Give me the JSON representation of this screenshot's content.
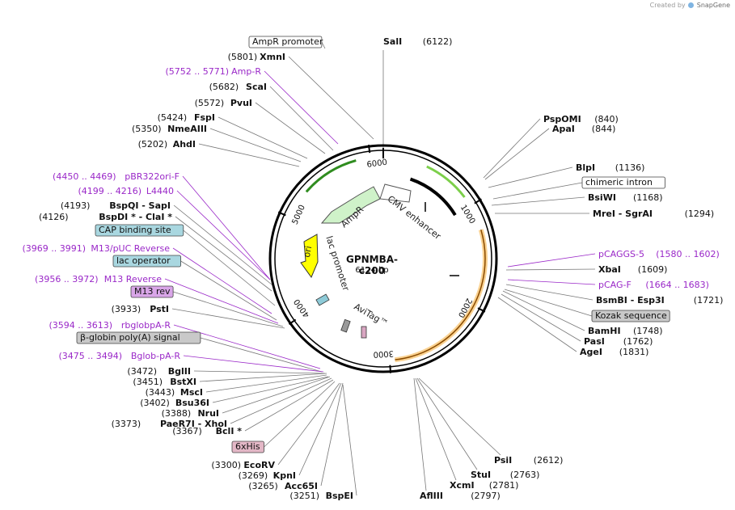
{
  "title": "GPNMBA-c200",
  "length_label": "6124 bp",
  "credit": {
    "prefix": "Created by",
    "brand": "SnapGene"
  },
  "ticks": [
    "1000",
    "2000",
    "3000",
    "4000",
    "5000",
    "6000"
  ],
  "top_site": {
    "name": "SalI",
    "pos": "(6122)"
  },
  "right_sites": [
    {
      "name": "PspOMI",
      "pos": "(840)",
      "type": "enzyme"
    },
    {
      "name": "ApaI",
      "pos": "(844)",
      "type": "enzyme"
    },
    {
      "name": "BlpI",
      "pos": "(1136)",
      "type": "enzyme"
    },
    {
      "name": "chimeric intron",
      "pos": "",
      "type": "box"
    },
    {
      "name": "BsiWI",
      "pos": "(1168)",
      "type": "enzyme"
    },
    {
      "name": "MreI  - SgrAI",
      "pos": "(1294)",
      "type": "enzyme"
    },
    {
      "name": "pCAGGS-5",
      "pos": "(1580 .. 1602)",
      "type": "feature"
    },
    {
      "name": "XbaI",
      "pos": "(1609)",
      "type": "enzyme"
    },
    {
      "name": "pCAG-F",
      "pos": "(1664 .. 1683)",
      "type": "feature"
    },
    {
      "name": "BsmBI  - Esp3I",
      "pos": "(1721)",
      "type": "enzyme"
    },
    {
      "name": "Kozak sequence",
      "pos": "",
      "type": "box"
    },
    {
      "name": "BamHI",
      "pos": "(1748)",
      "type": "enzyme"
    },
    {
      "name": "PasI",
      "pos": "(1762)",
      "type": "enzyme"
    },
    {
      "name": "AgeI",
      "pos": "(1831)",
      "type": "enzyme"
    }
  ],
  "bottom_right_sites": [
    {
      "name": "PsiI",
      "pos": "(2612)"
    },
    {
      "name": "StuI",
      "pos": "(2763)"
    },
    {
      "name": "XcmI",
      "pos": "(2781)"
    },
    {
      "name": "AflIII",
      "pos": "(2797)"
    }
  ],
  "left_sites": [
    {
      "name": "AmpR promoter",
      "pos": "",
      "type": "box"
    },
    {
      "name": "XmnI",
      "pos": "(5801)",
      "type": "enzyme"
    },
    {
      "name": "Amp-R",
      "pos": "(5752 .. 5771)",
      "type": "feature"
    },
    {
      "name": "ScaI",
      "pos": "(5682)",
      "type": "enzyme"
    },
    {
      "name": "PvuI",
      "pos": "(5572)",
      "type": "enzyme"
    },
    {
      "name": "FspI",
      "pos": "(5424)",
      "type": "enzyme"
    },
    {
      "name": "NmeAIII",
      "pos": "(5350)",
      "type": "enzyme"
    },
    {
      "name": "AhdI",
      "pos": "(5202)",
      "type": "enzyme"
    },
    {
      "name": "pBR322ori-F",
      "pos": "(4450 .. 4469)",
      "type": "feature"
    },
    {
      "name": "L4440",
      "pos": "(4199 .. 4216)",
      "type": "feature"
    },
    {
      "name": "BspQI  - SapI",
      "pos": "(4193)",
      "type": "enzyme"
    },
    {
      "name": "BspDI *  - ClaI *",
      "pos": "(4126)",
      "type": "enzyme"
    },
    {
      "name": "CAP binding site",
      "pos": "",
      "type": "box"
    },
    {
      "name": "M13/pUC Reverse",
      "pos": "(3969 .. 3991)",
      "type": "feature"
    },
    {
      "name": "lac operator",
      "pos": "",
      "type": "box"
    },
    {
      "name": "M13 Reverse",
      "pos": "(3956 .. 3972)",
      "type": "feature"
    },
    {
      "name": "M13 rev",
      "pos": "",
      "type": "box"
    },
    {
      "name": "PstI",
      "pos": "(3933)",
      "type": "enzyme"
    },
    {
      "name": "rbglobpA-R",
      "pos": "(3594 .. 3613)",
      "type": "feature"
    },
    {
      "name": "β-globin poly(A) signal",
      "pos": "",
      "type": "box"
    },
    {
      "name": "Bglob-pA-R",
      "pos": "(3475 .. 3494)",
      "type": "feature"
    },
    {
      "name": "BglII",
      "pos": "(3472)",
      "type": "enzyme"
    },
    {
      "name": "BstXI",
      "pos": "(3451)",
      "type": "enzyme"
    },
    {
      "name": "MscI",
      "pos": "(3443)",
      "type": "enzyme"
    },
    {
      "name": "Bsu36I",
      "pos": "(3402)",
      "type": "enzyme"
    },
    {
      "name": "NruI",
      "pos": "(3388)",
      "type": "enzyme"
    },
    {
      "name": "PaeR7I  - XhoI",
      "pos": "(3373)",
      "type": "enzyme"
    },
    {
      "name": "BclI *",
      "pos": "(3367)",
      "type": "enzyme"
    },
    {
      "name": "6xHis",
      "pos": "",
      "type": "box"
    },
    {
      "name": "EcoRV",
      "pos": "(3300)",
      "type": "enzyme"
    },
    {
      "name": "KpnI",
      "pos": "(3269)",
      "type": "enzyme"
    },
    {
      "name": "Acc65I",
      "pos": "(3265)",
      "type": "enzyme"
    },
    {
      "name": "BspEI",
      "pos": "(3251)",
      "type": "enzyme"
    }
  ],
  "inner_features": [
    {
      "name": "CMV enhancer"
    },
    {
      "name": "AmpR"
    },
    {
      "name": "ori"
    },
    {
      "name": "lac promoter"
    },
    {
      "name": "AviTag™"
    }
  ],
  "colors": {
    "enzyme": "#111111",
    "primer": "#9a28c8",
    "box_white": "#ffffff",
    "box_cap": "#a9d7e0",
    "box_lac": "#a9d7e0",
    "box_m13": "#d9a6e8",
    "box_beta": "#c9c9c9",
    "box_kozak": "#c9c9c9",
    "box_his": "#e3b7c6",
    "ampr": "#cff2c9",
    "ori": "#ffff00",
    "cag": "#f5a623",
    "cmv_green": "#7ccf4a"
  }
}
